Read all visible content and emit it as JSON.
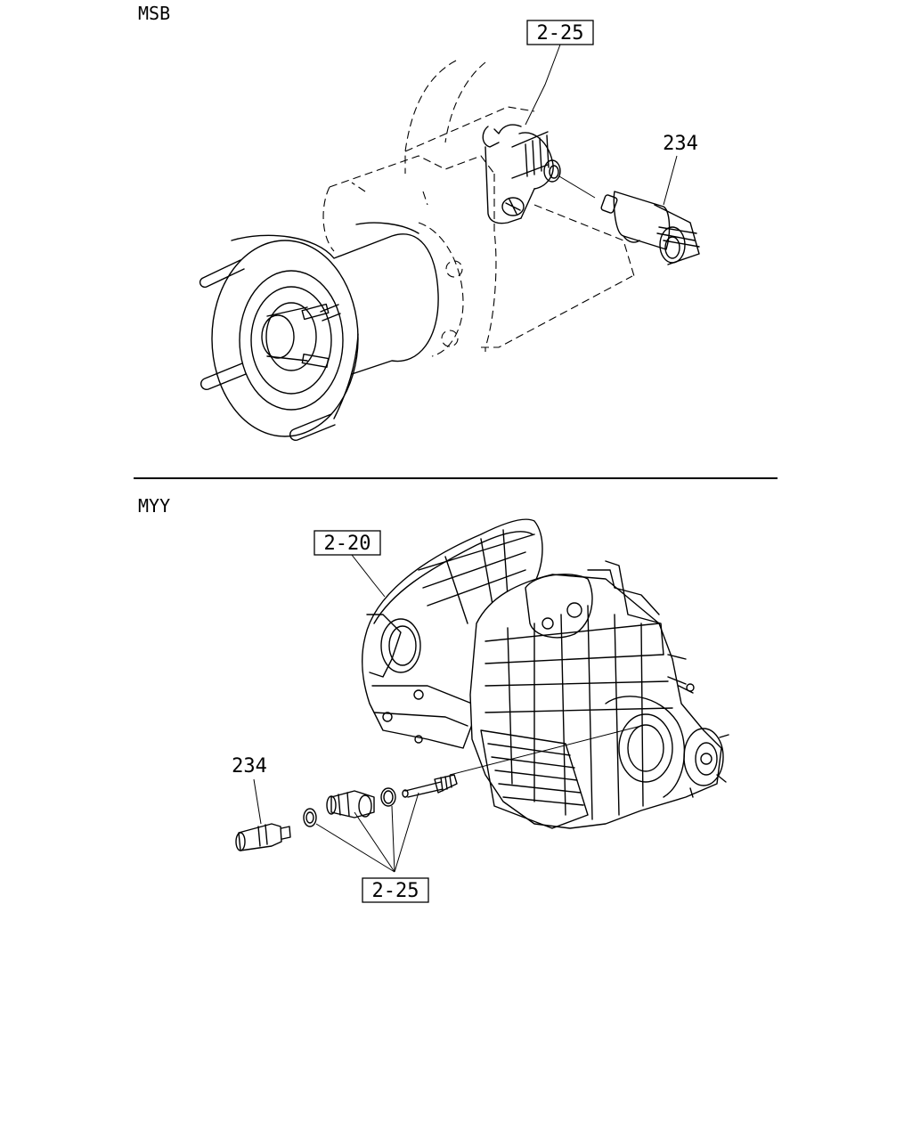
{
  "sections": [
    {
      "model_code": "MSB",
      "callouts": [
        {
          "text": "2-25",
          "boxed": true
        },
        {
          "text": "234",
          "boxed": false
        }
      ]
    },
    {
      "model_code": "MYY",
      "callouts": [
        {
          "text": "2-20",
          "boxed": true
        },
        {
          "text": "234",
          "boxed": false
        },
        {
          "text": "2-25",
          "boxed": true
        }
      ]
    }
  ]
}
